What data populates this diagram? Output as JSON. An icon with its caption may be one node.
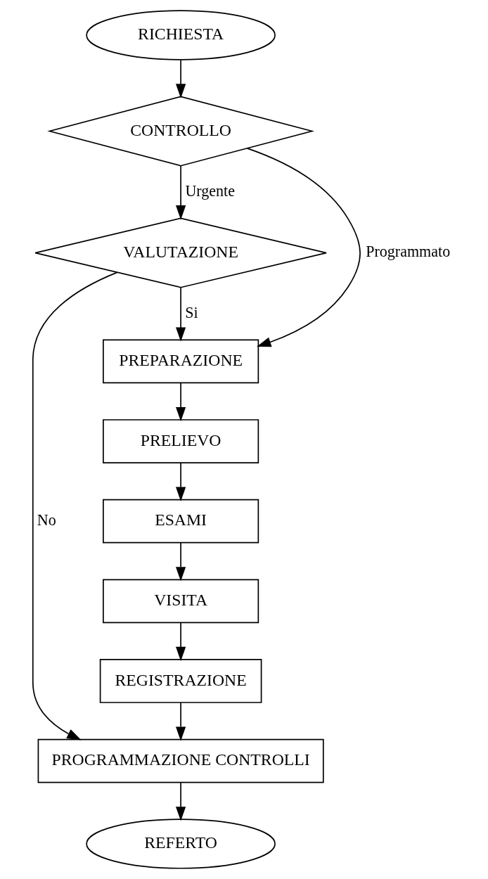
{
  "diagram": {
    "nodes": [
      {
        "text": [
          "RICHIESTA"
        ]
      },
      {
        "text": [
          "CONTROLLO"
        ]
      },
      {
        "text": [
          "VALUTAZIONE"
        ]
      },
      {
        "text": [
          "PREPARAZIONE"
        ]
      },
      {
        "text": [
          "PRELIEVO"
        ]
      },
      {
        "text": [
          "ESAMI"
        ]
      },
      {
        "text": [
          "VISITA"
        ]
      },
      {
        "text": [
          "REGISTRAZIONE"
        ]
      },
      {
        "text": [
          "PROGRAMMAZIONE CONTROLLI"
        ]
      },
      {
        "text": [
          "REFERTO"
        ]
      }
    ],
    "edges": [
      {
        "from": 0,
        "to": 1,
        "arrow": "to"
      },
      {
        "from": 1,
        "to": 2,
        "arrow": "to",
        "label": "Urgente"
      },
      {
        "from": 1,
        "to": 3,
        "arrow": "to",
        "label": "Programmato"
      },
      {
        "from": 2,
        "to": 8,
        "arrow": "to",
        "label": "No"
      },
      {
        "from": 2,
        "to": 3,
        "arrow": "to",
        "label": "Si"
      },
      {
        "from": 3,
        "to": 4,
        "arrow": "to"
      },
      {
        "from": 4,
        "to": 5,
        "arrow": "to"
      },
      {
        "from": 5,
        "to": 6,
        "arrow": "to"
      },
      {
        "from": 6,
        "to": 7,
        "arrow": "to"
      },
      {
        "from": 7,
        "to": 8,
        "arrow": "to"
      },
      {
        "from": 8,
        "to": 9,
        "arrow": "to"
      }
    ]
  }
}
